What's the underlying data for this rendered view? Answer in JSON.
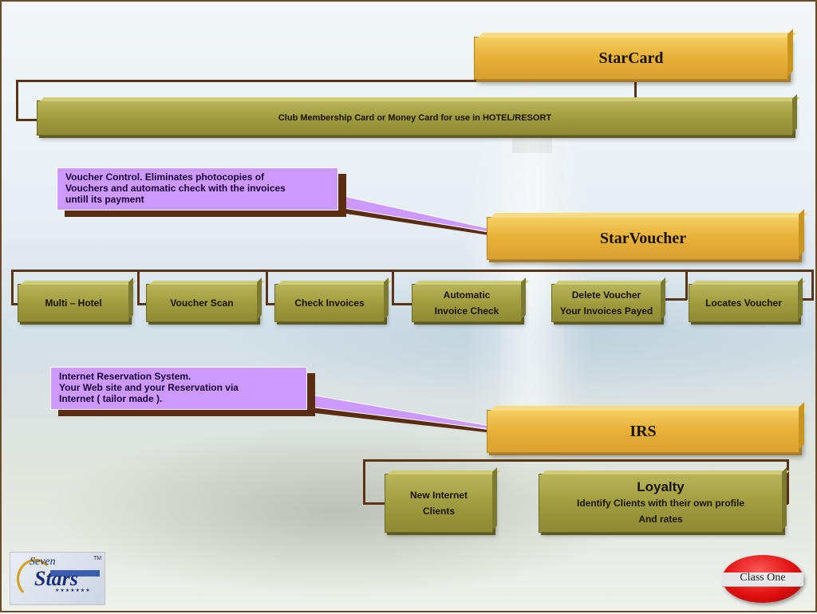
{
  "starcard": {
    "title": "StarCard",
    "description": "Club Membership Card  or Money Card for use in HOTEL/RESORT"
  },
  "starvoucher": {
    "title": "StarVoucher",
    "callout_lines": [
      "Voucher Control. Eliminates photocopies of",
      "Vouchers and automatic check with the invoices",
      "untill its payment"
    ],
    "modules": [
      {
        "lines": [
          "Multi – Hotel"
        ]
      },
      {
        "lines": [
          "Voucher Scan"
        ]
      },
      {
        "lines": [
          "Check Invoices"
        ]
      },
      {
        "lines": [
          "Automatic",
          "Invoice Check"
        ]
      },
      {
        "lines": [
          "Delete Voucher",
          "Your Invoices Payed"
        ]
      },
      {
        "lines": [
          "Locates Voucher"
        ]
      }
    ]
  },
  "irs": {
    "title": "IRS",
    "callout_lines": [
      "Internet Reservation System.",
      "Your Web site and your Reservation via",
      "Internet ( tailor made )."
    ],
    "new_clients": [
      "New Internet",
      "Clients"
    ],
    "loyalty": {
      "title": "Loyalty",
      "lines": [
        "Identify Clients with their own profile",
        "And rates"
      ]
    }
  },
  "logo": {
    "top": "Seven",
    "main": "Stars",
    "tm": "TM",
    "row": "★★★★★★★"
  },
  "badge": {
    "label": "Class One"
  },
  "colors": {
    "gold": "#e8b23a",
    "olive": "#a09c3f",
    "callout": "#cc99ff",
    "connector": "#5a3417",
    "badge": "#e01010"
  }
}
